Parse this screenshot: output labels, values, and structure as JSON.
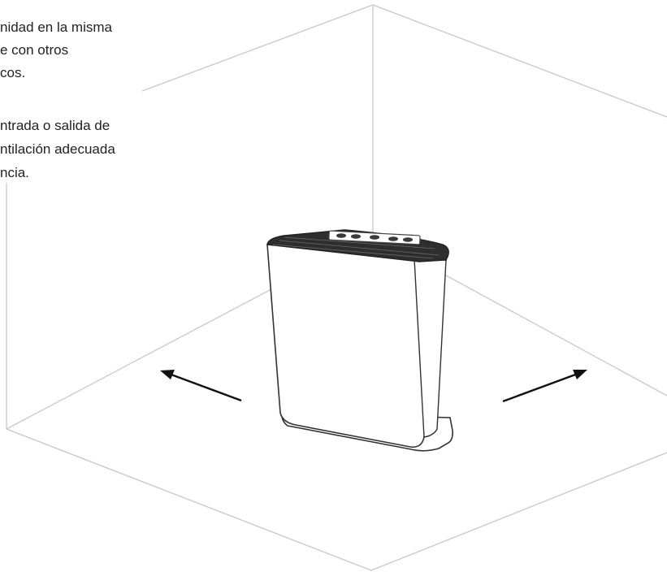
{
  "instructions": [
    {
      "lines": [
        "nidad en la misma",
        "e con otros",
        "cos."
      ]
    },
    {
      "lines": [
        "ntrada o salida de",
        "ntilación adecuada",
        "ncia."
      ]
    }
  ],
  "colors": {
    "room_lines": "#c8c8c8",
    "device_outline": "#333333",
    "arrow": "#111111",
    "text": "#222222"
  },
  "icons": [
    "air-purifier-icon",
    "arrow-left-up-icon",
    "arrow-right-up-icon"
  ]
}
